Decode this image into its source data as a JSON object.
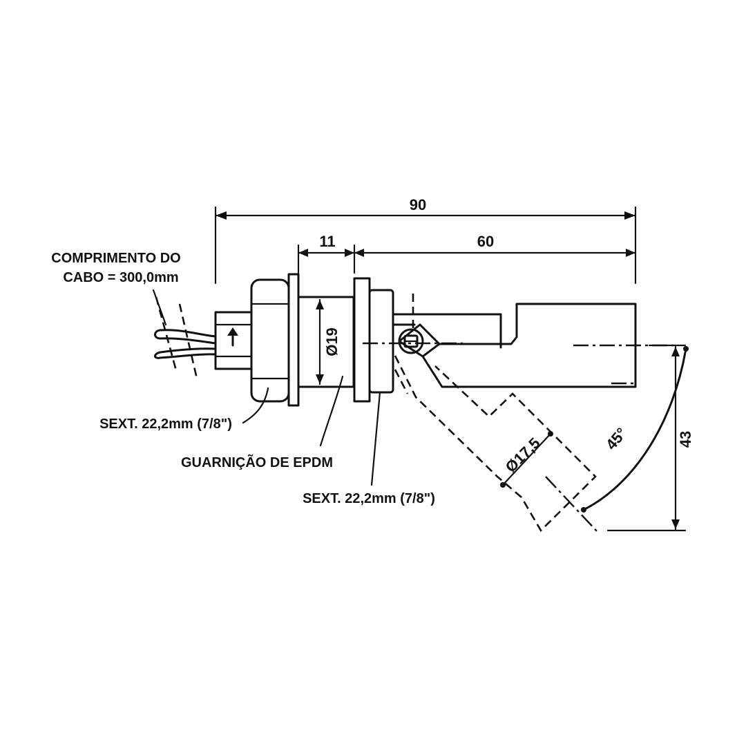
{
  "dimensions": {
    "overall_length": "90",
    "nut_to_flange": "11",
    "flange_to_end": "60",
    "body_diameter": "Ø19",
    "float_diameter": "Ø17,5",
    "swing_angle": "45°",
    "vertical_drop": "43"
  },
  "notes": {
    "cable_line1": "COMPRIMENTO DO",
    "cable_line2": "CABO = 300,0mm",
    "hex_left": "SEXT. 22,2mm (7/8\")",
    "gasket": "GUARNIÇÃO DE EPDM",
    "hex_right": "SEXT. 22,2mm (7/8\")"
  }
}
